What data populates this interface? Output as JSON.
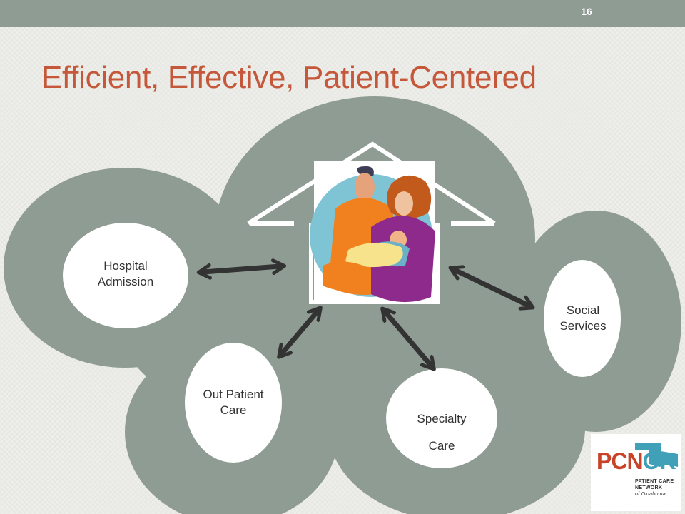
{
  "slide": {
    "number": "16",
    "title": "Efficient, Effective, Patient-Centered"
  },
  "diagram": {
    "center_icon": "family-home-icon",
    "nodes": [
      {
        "id": "hospital",
        "lines": [
          "Hospital",
          "Admission"
        ]
      },
      {
        "id": "outpatient",
        "lines": [
          "Out Patient",
          "Care"
        ]
      },
      {
        "id": "specialty",
        "lines": [
          "Specialty",
          "Care"
        ]
      },
      {
        "id": "social",
        "lines": [
          "Social",
          "Services"
        ]
      }
    ],
    "colors": {
      "cloud": "#8f9c94",
      "title": "#c5583a",
      "arrow": "#333333",
      "node_fill": "#ffffff"
    }
  },
  "logo": {
    "letters_red": "PCN",
    "letters_blue": "OK",
    "line1": "PATIENT CARE",
    "line2": "NETWORK",
    "line3": "of Oklahoma"
  }
}
